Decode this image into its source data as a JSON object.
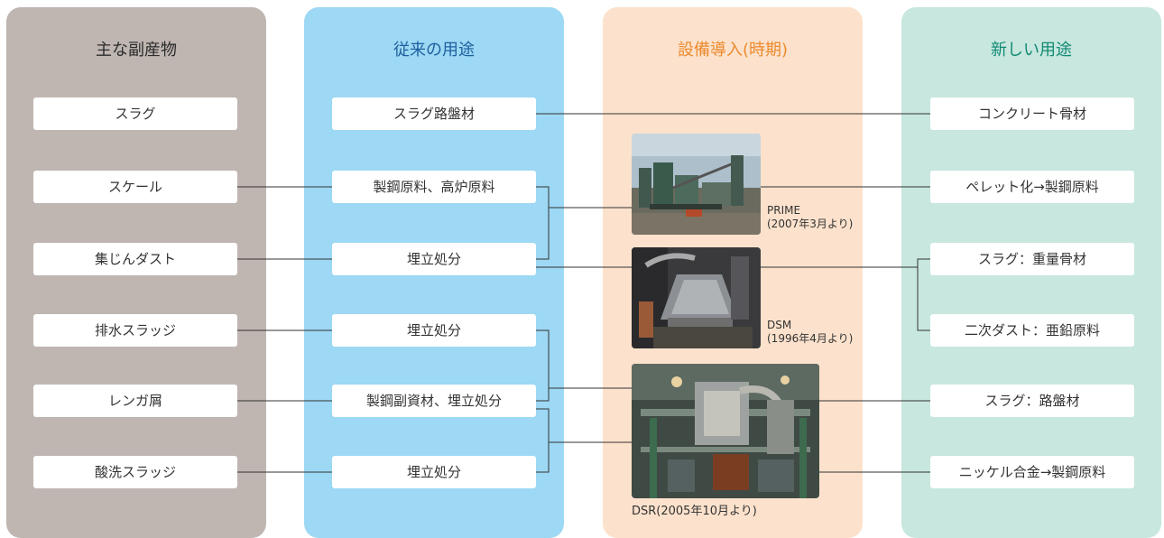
{
  "columns": {
    "byproducts": {
      "title": "主な副産物",
      "color": "#bfb6b2"
    },
    "conventional": {
      "title": "従来の用途",
      "color": "#9dd8f4"
    },
    "facilities": {
      "title": "設備導入(時期)",
      "color": "#fce2cc"
    },
    "new_uses": {
      "title": "新しい用途",
      "color": "#c7e7df"
    }
  },
  "byproducts": [
    "スラグ",
    "スケール",
    "集じんダスト",
    "排水スラッジ",
    "レンガ屑",
    "酸洗スラッジ"
  ],
  "conventional_uses": [
    "スラグ路盤材",
    "製鋼原料、高炉原料",
    "埋立処分",
    "埋立処分",
    "製鋼副資材、埋立処分",
    "埋立処分"
  ],
  "facilities": [
    {
      "name": "PRIME",
      "period": "(2007年3月より)"
    },
    {
      "name": "DSM",
      "period": "(1996年4月より)"
    },
    {
      "name": "DSR",
      "period": "(2005年10月より)"
    }
  ],
  "new_uses": [
    "コンクリート骨材",
    "ペレット化→製鋼原料",
    "スラグ：重量骨材",
    "二次ダスト：亜鉛原料",
    "スラグ：路盤材",
    "ニッケル合金→製鋼原料"
  ]
}
